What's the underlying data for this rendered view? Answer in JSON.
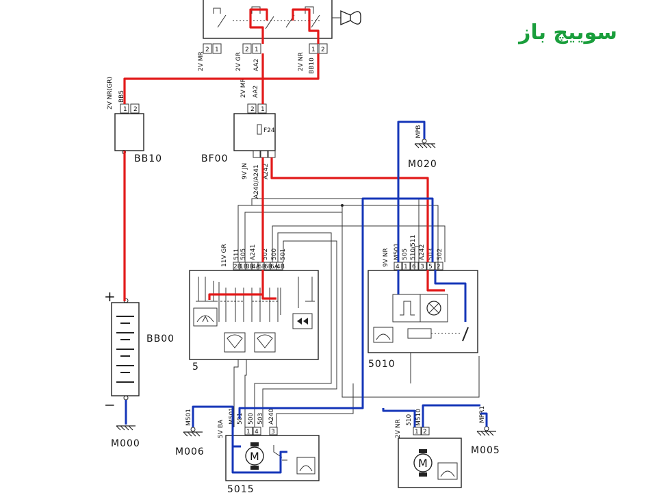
{
  "title": "سوییچ باز",
  "colors": {
    "title": "#1a9e3c",
    "live_wire": "#e21a1a",
    "signal_wire": "#1536b8",
    "line": "#222222"
  },
  "components": {
    "bb10": "BB10",
    "bf00": "BF00",
    "bb00": "BB00",
    "m020": "M020",
    "m000": "M000",
    "m006": "M006",
    "m005": "M005",
    "switch5": "5",
    "relay5010": "5010",
    "motor5015": "5015",
    "fuse_f24": "F24",
    "plus": "+",
    "minus": "−"
  },
  "connectors": {
    "top_left": "2V MR",
    "top_mid": "2V GR",
    "top_mid_wire": "AA2",
    "top_right": "2V NR",
    "top_right_wire": "BB10",
    "bb10_conn": "2V NR(GR)",
    "bb10_wire": "BB5",
    "bf00_conn": "2V MR",
    "bf00_wire": "AA2",
    "bf00_out": "9V JN",
    "bf00_out_wires": "A240/A241",
    "bf00_out_wire2": "A242",
    "sw5_conn": "11V GR",
    "relay_conn": "9V NR",
    "m020_wire": "MPB",
    "m006_wire": "M501",
    "motor_conn": "5V BA",
    "m005_conn": "2V NR",
    "m005_wire": "MPR1"
  },
  "sw5_wires": [
    "511",
    "505",
    "A241",
    "502",
    "500",
    "501"
  ],
  "sw5_pins": [
    "2B",
    "1B",
    "3B",
    "4A",
    "5B",
    "6B",
    "6A",
    "4B"
  ],
  "relay_wires": [
    "M501",
    "505",
    "510/511",
    "A242",
    "503",
    "502"
  ],
  "relay_pins": [
    "4",
    "1",
    "6",
    "3",
    "5",
    "2"
  ],
  "motor_wires": [
    "M501",
    "501",
    "500",
    "503",
    "A240"
  ],
  "motor_pins": [
    "1",
    "4",
    "3"
  ],
  "m005_wires": [
    "510",
    "M510"
  ],
  "pin_labels": {
    "p1": "1",
    "p2": "2"
  }
}
